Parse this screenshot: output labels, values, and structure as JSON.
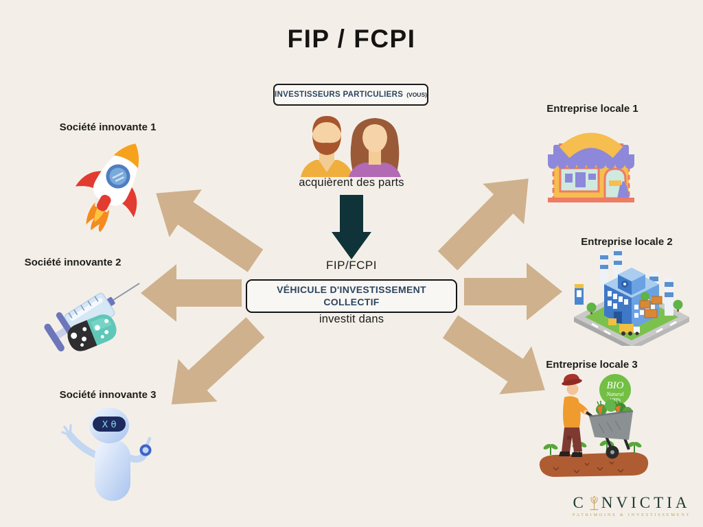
{
  "header": {
    "title": "FIP / FCPI"
  },
  "investors": {
    "box_label": "INVESTISSEURS PARTICULIERS",
    "box_sublabel": "(VOUS)",
    "action": "acquièrent des parts"
  },
  "vehicle": {
    "name": "FIP/FCPI",
    "box_line1": "VÉHICULE D'INVESTISSEMENT",
    "box_line2": "COLLECTIF",
    "action": "investit dans"
  },
  "targets": {
    "left": [
      {
        "label": "Société innovante 1",
        "icon": "rocket-icon"
      },
      {
        "label": "Société innovante 2",
        "icon": "syringe-pill-icon"
      },
      {
        "label": "Société innovante 3",
        "icon": "robot-icon"
      }
    ],
    "right": [
      {
        "label": "Entreprise locale 1",
        "icon": "shop-icon"
      },
      {
        "label": "Entreprise locale 2",
        "icon": "factory-icon"
      },
      {
        "label": "Entreprise locale 3",
        "icon": "farmer-icon"
      }
    ]
  },
  "robot": {
    "visor_text": "X θ"
  },
  "farm_badge": {
    "line1": "BIO",
    "line2": "Natural",
    "line3": "100%"
  },
  "logo": {
    "initial": "C",
    "rest": "NVICTIA",
    "tagline": "Patrimoine & Investissement"
  },
  "icons": [
    "couple-icon",
    "down-arrow-icon",
    "rocket-icon",
    "syringe-pill-icon",
    "robot-icon",
    "shop-icon",
    "factory-icon",
    "farmer-icon",
    "tree-icon"
  ],
  "colors": {
    "background": "#f3efe8",
    "arrow_tan": "#cfb18d",
    "arrow_dark": "#0f3338",
    "navy_text": "#2b4560",
    "badge_green": "#72bf44",
    "logo_green": "#1e3a33",
    "logo_gold": "#c9a35a"
  }
}
